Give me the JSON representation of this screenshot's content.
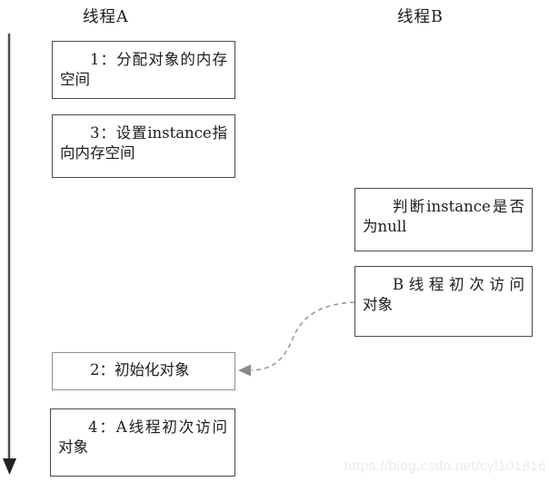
{
  "headers": {
    "thread_a": "线程A",
    "thread_b": "线程B"
  },
  "boxes": {
    "step1": {
      "lines": [
        "1：分配对象的内存",
        "空间"
      ]
    },
    "step3": {
      "lines": [
        "3：设置instance指",
        "向内存空间"
      ]
    },
    "judge": {
      "lines": [
        "判断instance是否",
        "为null"
      ]
    },
    "b_access": {
      "lines": [
        "B线程初次访问",
        "对象"
      ]
    },
    "step2": {
      "lines": [
        "2：初始化对象"
      ]
    },
    "step4": {
      "lines": [
        "4：A线程初次访问",
        "对象"
      ]
    }
  },
  "connector": {
    "style": "dashed",
    "from": "b_access",
    "to": "step2"
  },
  "timeline": {
    "direction": "down"
  },
  "watermark": {
    "text": "https://blog.csdn.net/cyl101816"
  },
  "colors": {
    "box_border": "#4a4a4a",
    "step2_border": "#8d8d8d",
    "text": "#1c1c1c",
    "timeline_line": "#4d4d4d",
    "timeline_arrowhead": "#222222",
    "dashed_connector": "#9a9a9a",
    "connector_arrowhead": "#8a8a8a",
    "watermark": "#ebebeb",
    "background": "#ffffff"
  }
}
